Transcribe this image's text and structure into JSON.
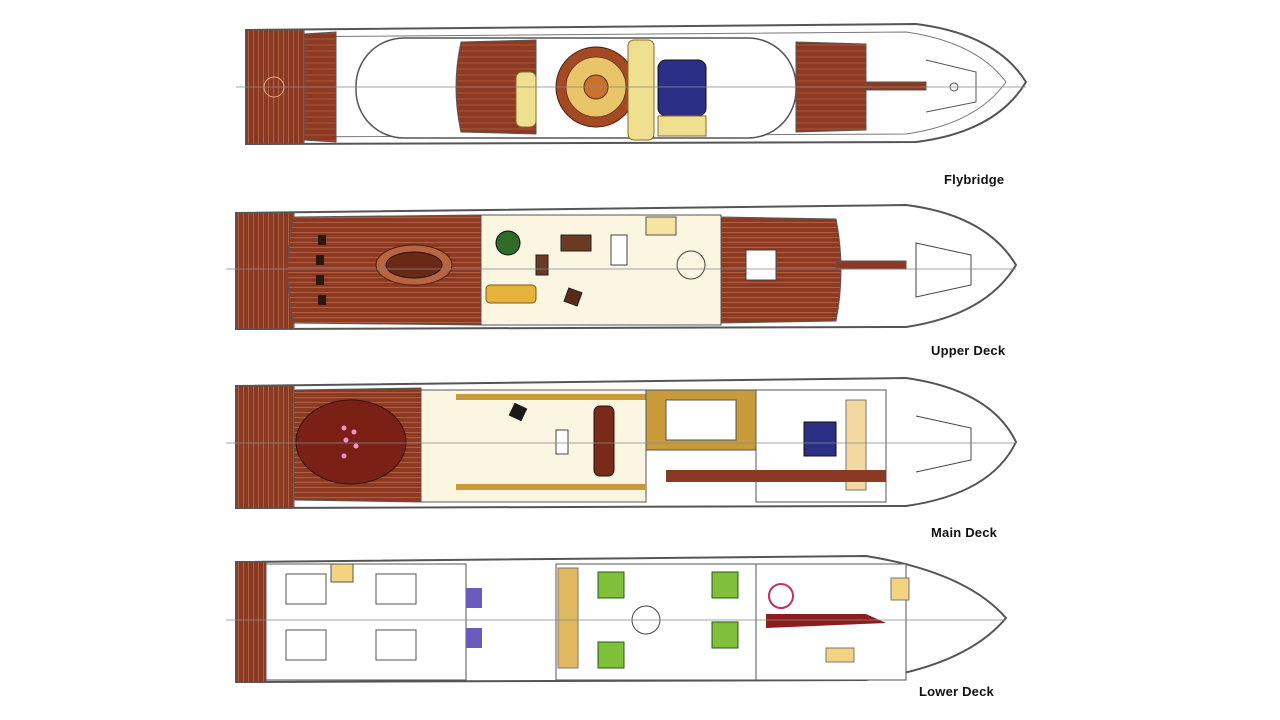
{
  "decks": [
    {
      "key": "flybridge",
      "label": "Flybridge"
    },
    {
      "key": "upper",
      "label": "Upper Deck"
    },
    {
      "key": "main",
      "label": "Main Deck"
    },
    {
      "key": "lower",
      "label": "Lower Deck"
    }
  ],
  "colors": {
    "teak": "#8e3a22",
    "teak_light": "#b9653f",
    "hull_line": "#555555",
    "interior_floor": "#fbf6e2",
    "sofa_cream": "#efe08f",
    "carpet_blue": "#2b2f86",
    "bed_green": "#7fbf3a",
    "cabin_purple": "#6a5bbd",
    "furniture_brown": "#5a2a18",
    "tan": "#c99a3a",
    "lights_pink": "#ff8fd0"
  }
}
